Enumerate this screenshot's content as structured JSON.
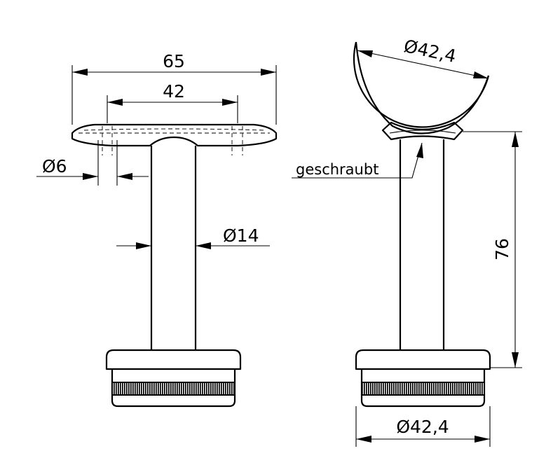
{
  "left_view": {
    "dim_overall_width": "65",
    "dim_hole_spacing": "42",
    "dim_hole_diameter": "Ø6",
    "dim_tube_diameter": "Ø14"
  },
  "right_view": {
    "dim_saddle_diameter": "Ø42,4",
    "dim_height": "76",
    "dim_base_diameter": "Ø42,4",
    "note_screwed": "geschraubt"
  }
}
